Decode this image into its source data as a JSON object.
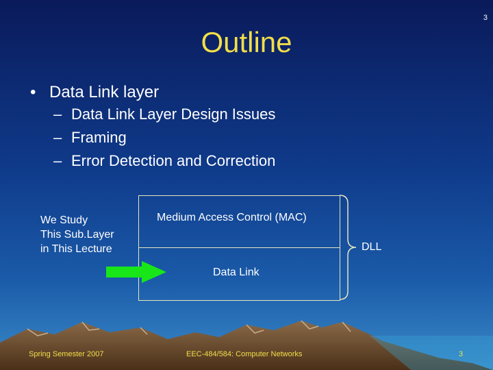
{
  "slide": {
    "number_top": "3",
    "title": "Outline",
    "bullet": "Data Link layer",
    "sub_bullets": [
      "Data Link Layer Design Issues",
      "Framing",
      "Error Detection and Correction"
    ]
  },
  "diagram": {
    "mac_label": "Medium Access Control (MAC)",
    "data_link_label": "Data Link",
    "dll_label": "DLL",
    "study_note": [
      "We Study",
      "This Sub.Layer",
      "in This Lecture"
    ],
    "arrow_color": "#19e619"
  },
  "footer": {
    "left": "Spring Semester 2007",
    "center": "EEC-484/584: Computer Networks",
    "right": "3"
  },
  "colors": {
    "title": "#f2de4a",
    "footer_text": "#f2de4a",
    "mountains": "#6b4a2a"
  }
}
